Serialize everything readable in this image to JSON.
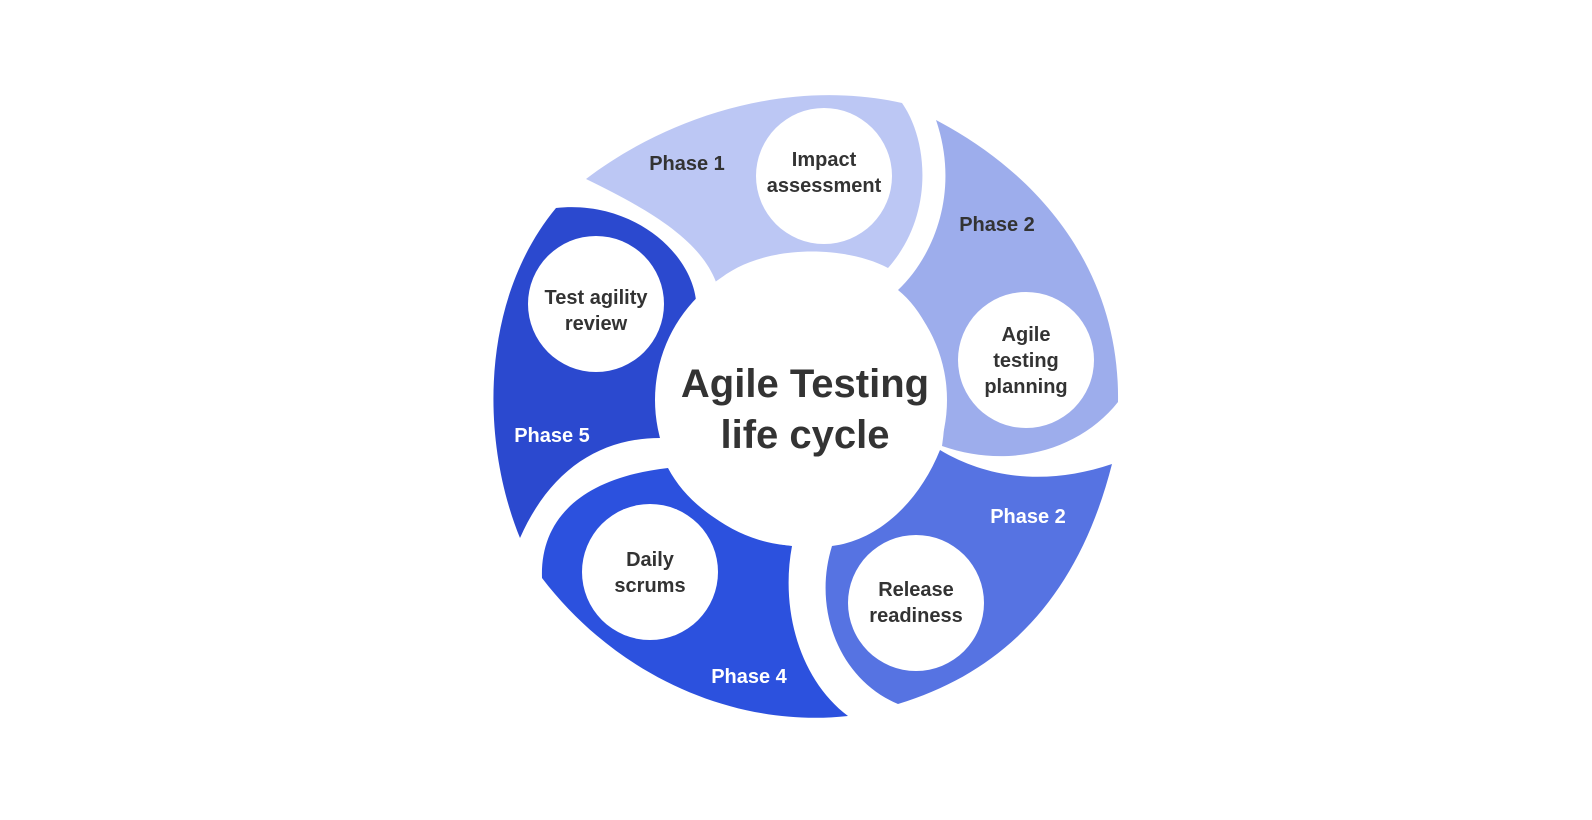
{
  "center": {
    "lines": [
      "Agile Testing",
      "life cycle"
    ]
  },
  "phases": [
    {
      "phase_label": "Phase 1",
      "step_lines": [
        "Impact",
        "assessment"
      ],
      "color": "#bcc7f4",
      "label_color": "#333333"
    },
    {
      "phase_label": "Phase 2",
      "step_lines": [
        "Agile",
        "testing",
        "planning"
      ],
      "color": "#9dadec",
      "label_color": "#333333"
    },
    {
      "phase_label": "Phase 2",
      "step_lines": [
        "Release",
        "readiness"
      ],
      "color": "#5673e2",
      "label_color": "#ffffff"
    },
    {
      "phase_label": "Phase 4",
      "step_lines": [
        "Daily",
        "scrums"
      ],
      "color": "#2c51de",
      "label_color": "#ffffff"
    },
    {
      "phase_label": "Phase 5",
      "step_lines": [
        "Test agility",
        "review"
      ],
      "color": "#2b49cf",
      "label_color": "#ffffff"
    }
  ]
}
